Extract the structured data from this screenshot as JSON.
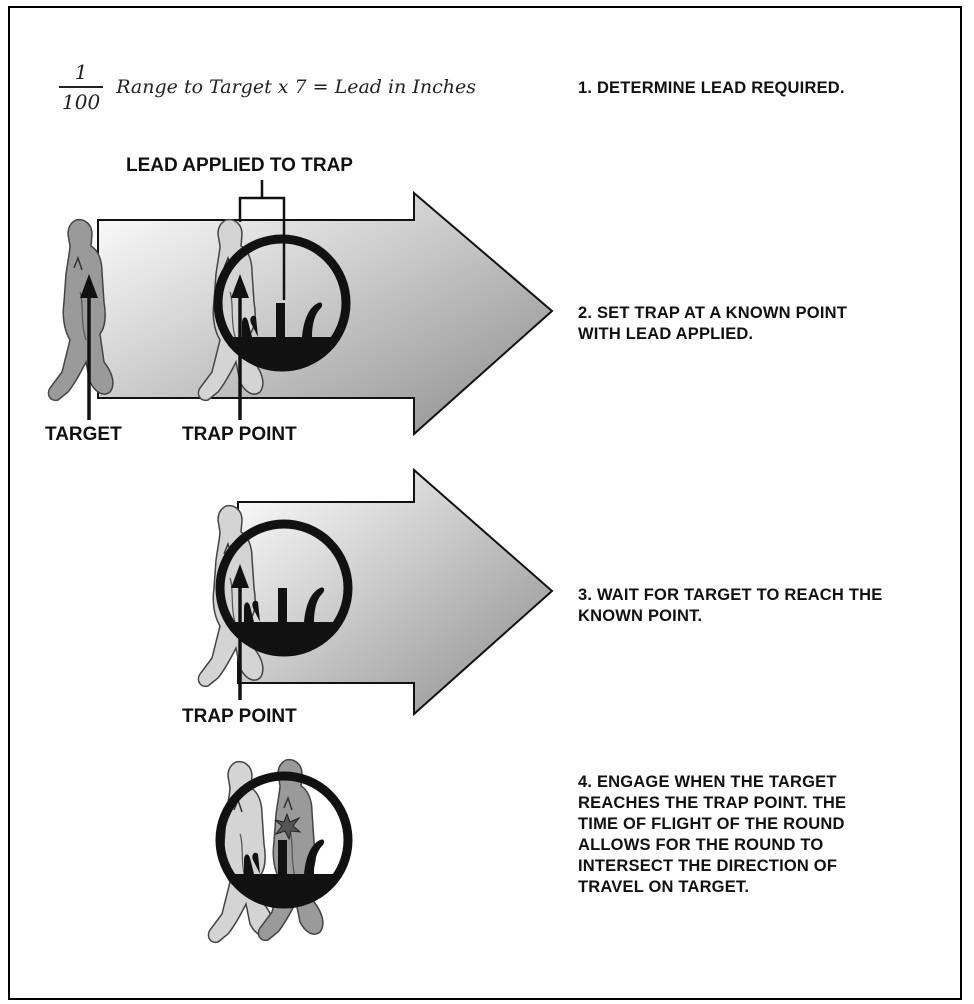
{
  "formula": {
    "numerator": "1",
    "denominator": "100",
    "expression": "Range to Target x 7 = Lead in Inches"
  },
  "steps": [
    {
      "text": "1. DETERMINE LEAD REQUIRED."
    },
    {
      "text": "2. SET TRAP AT A KNOWN POINT\n   WITH LEAD APPLIED."
    },
    {
      "text": "3. WAIT FOR TARGET TO REACH THE\n   KNOWN POINT."
    },
    {
      "text": "4. ENGAGE WHEN THE TARGET\n   REACHES THE TRAP POINT.  THE\n   TIME OF FLIGHT OF THE ROUND\n   ALLOWS FOR THE ROUND TO\n   INTERSECT THE DIRECTION OF\n   TRAVEL ON TARGET."
    }
  ],
  "labels": {
    "lead_applied": "LEAD APPLIED TO TRAP",
    "target": "TARGET",
    "trap_point_1": "TRAP POINT",
    "trap_point_2": "TRAP POINT"
  },
  "colors": {
    "figure_fill": "#9a9a9a",
    "figure_fill_light": "#d4d4d4",
    "ring": "#111111",
    "arrow_gradient_start": "#ffffff",
    "arrow_gradient_end": "#8c8c8c",
    "impact": "#555555"
  },
  "icons": {
    "reticle": "reticle-icon",
    "walking_figure": "walking-figure-icon",
    "impact": "impact-burst-icon"
  }
}
